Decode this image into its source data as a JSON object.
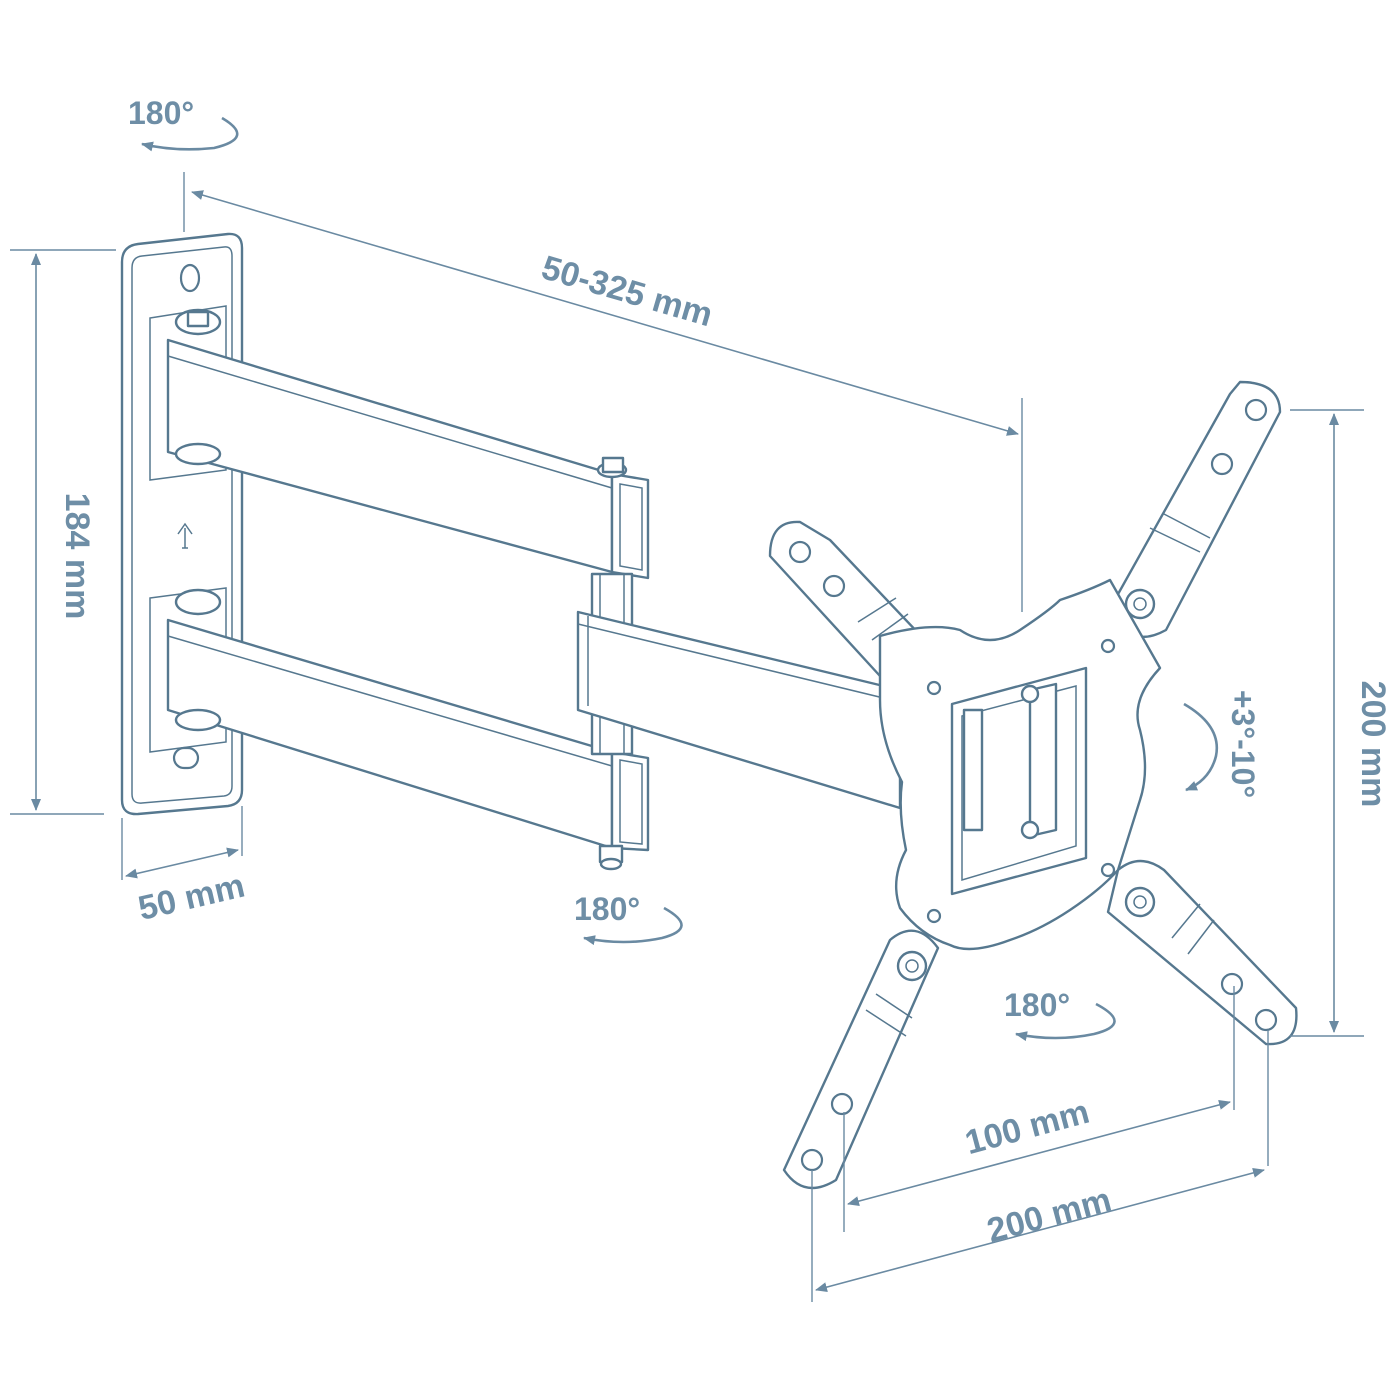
{
  "colors": {
    "line": "#56788f",
    "dimension_text": "#6e8ea6",
    "background": "#ffffff"
  },
  "dimensions": {
    "extension": "50-325 mm",
    "plate_height": "184 mm",
    "plate_depth": "50 mm",
    "vesa_vertical": "200 mm",
    "vesa_horizontal_small": "100 mm",
    "vesa_horizontal_large": "200 mm"
  },
  "rotations": {
    "wall_swivel": "180°",
    "arm_swivel": "180°",
    "tv_rotation": "180°",
    "tilt": "+3°-10°"
  },
  "icons": [
    "up-arrow-icon",
    "rotate-arrow-icon",
    "dimension-arrow-icon"
  ]
}
